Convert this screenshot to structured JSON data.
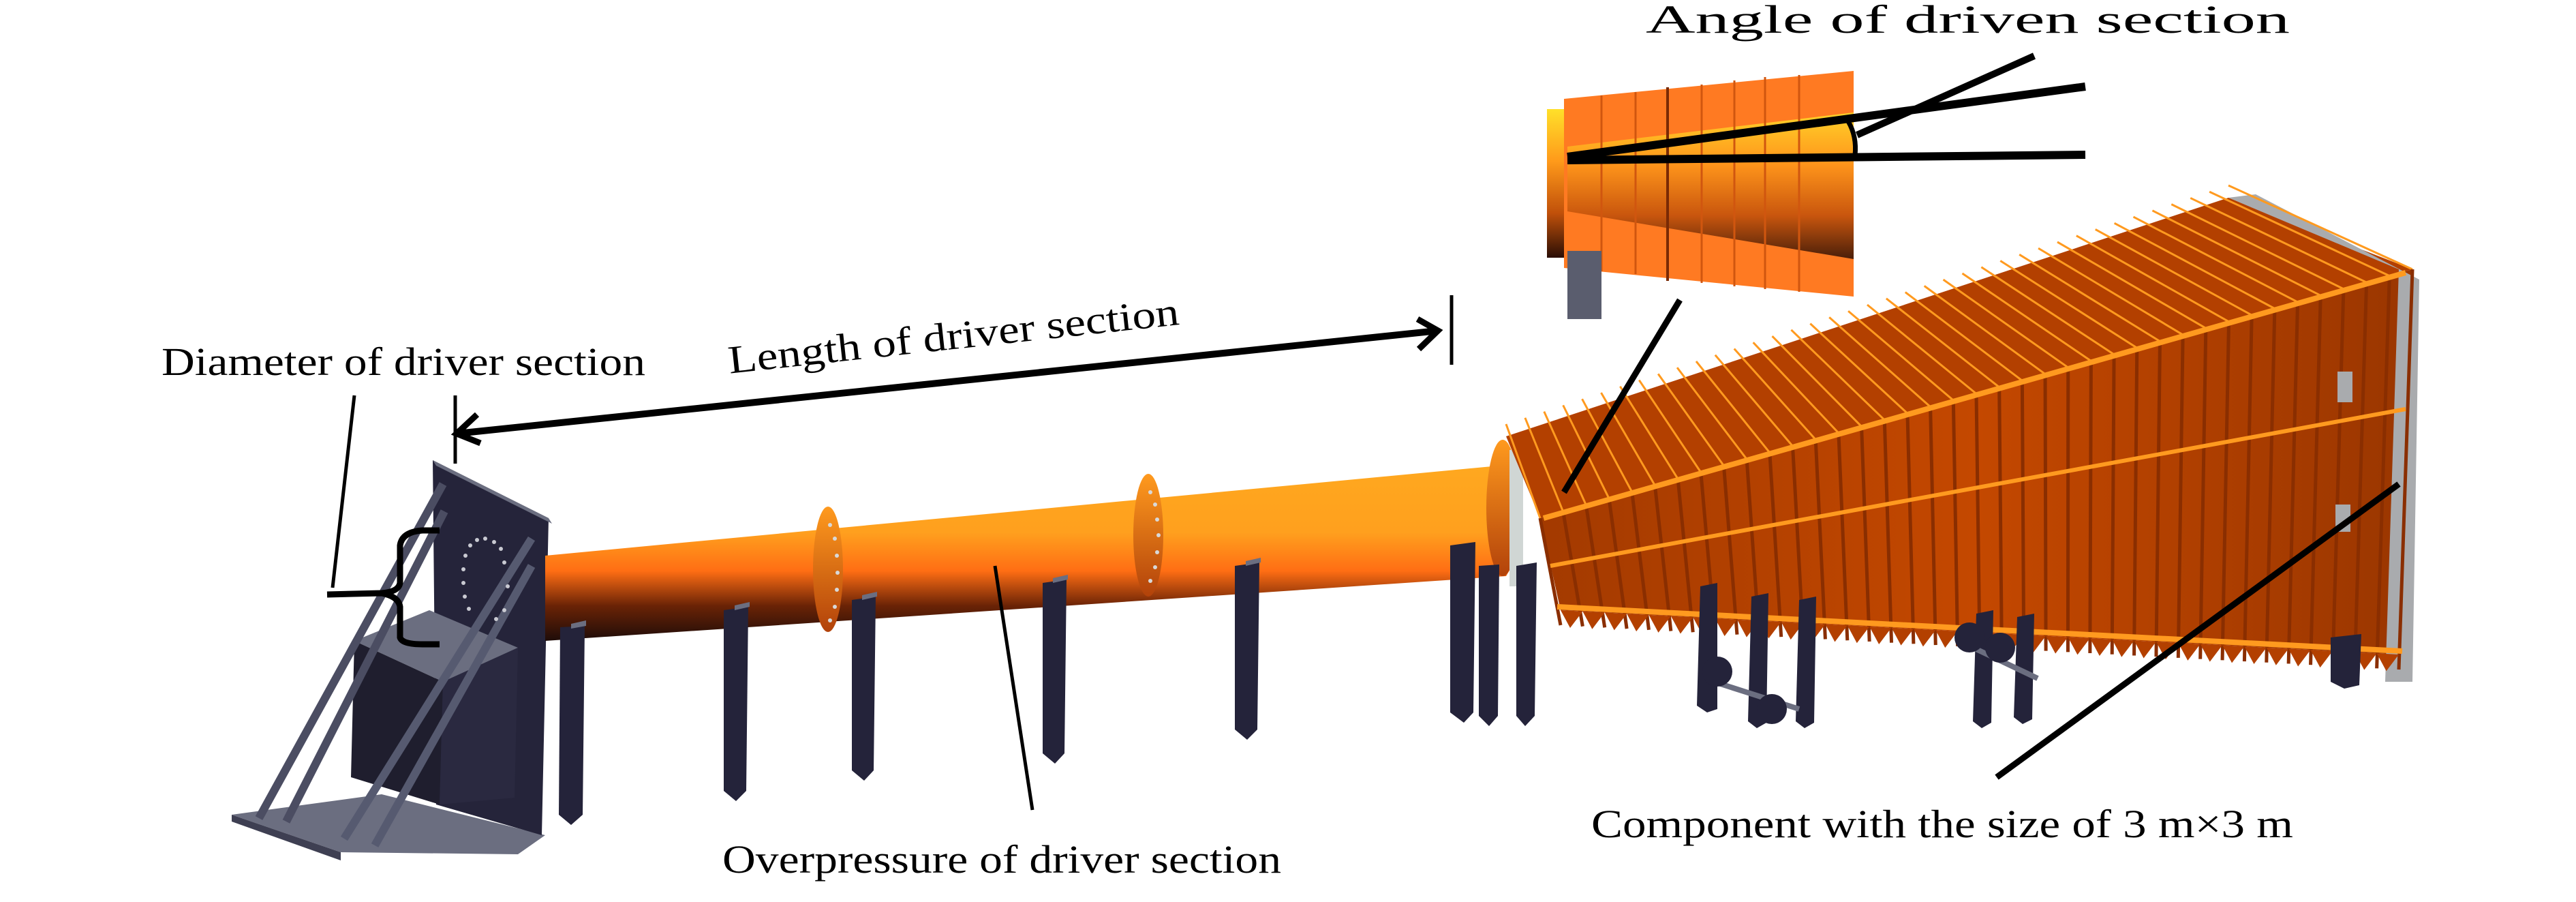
{
  "figure": {
    "subject": "Shock tube test apparatus (3D model)",
    "annotations": {
      "angle_driven": "Angle of driven section",
      "diameter_driver": "Diameter of driver section",
      "length_driver": "Length of driver section",
      "overpressure_driver": "Overpressure of driver section",
      "component_size": "Component with the size of 3 m×3 m"
    },
    "parts": {
      "driver_section": "Driver section (cylindrical tube)",
      "driven_section": "Driven section (tapered, ribbed)",
      "end_support": "End support frame",
      "inset": "Inset view of driven section angle"
    },
    "colors": {
      "tube_light": "#FFA61E",
      "tube_mid": "#FF7A1A",
      "tube_dark": "#1E0C08",
      "driven_body": "#B33C00",
      "driven_rib": "#FF9A1F",
      "support": "#24233A",
      "support_light": "#6B6E80",
      "plate_gray": "#A9ABAE"
    }
  }
}
